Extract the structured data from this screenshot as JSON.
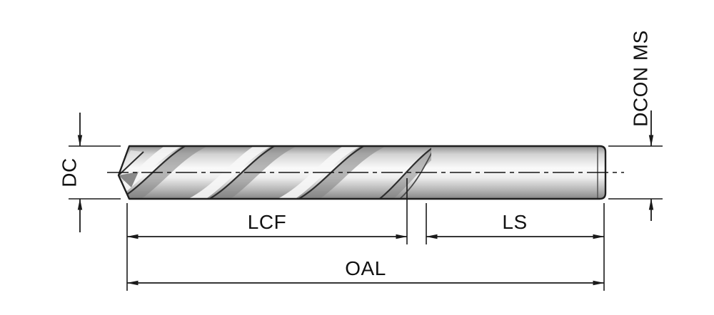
{
  "diagram": {
    "labels": {
      "dc": "DC",
      "dcon_ms": "DCON MS",
      "lcf": "LCF",
      "ls": "LS",
      "oal": "OAL"
    },
    "colors": {
      "line": "#1a1a1a",
      "background": "#ffffff",
      "metal_highlight": "#fafafa",
      "metal_shadow": "#878787"
    }
  }
}
